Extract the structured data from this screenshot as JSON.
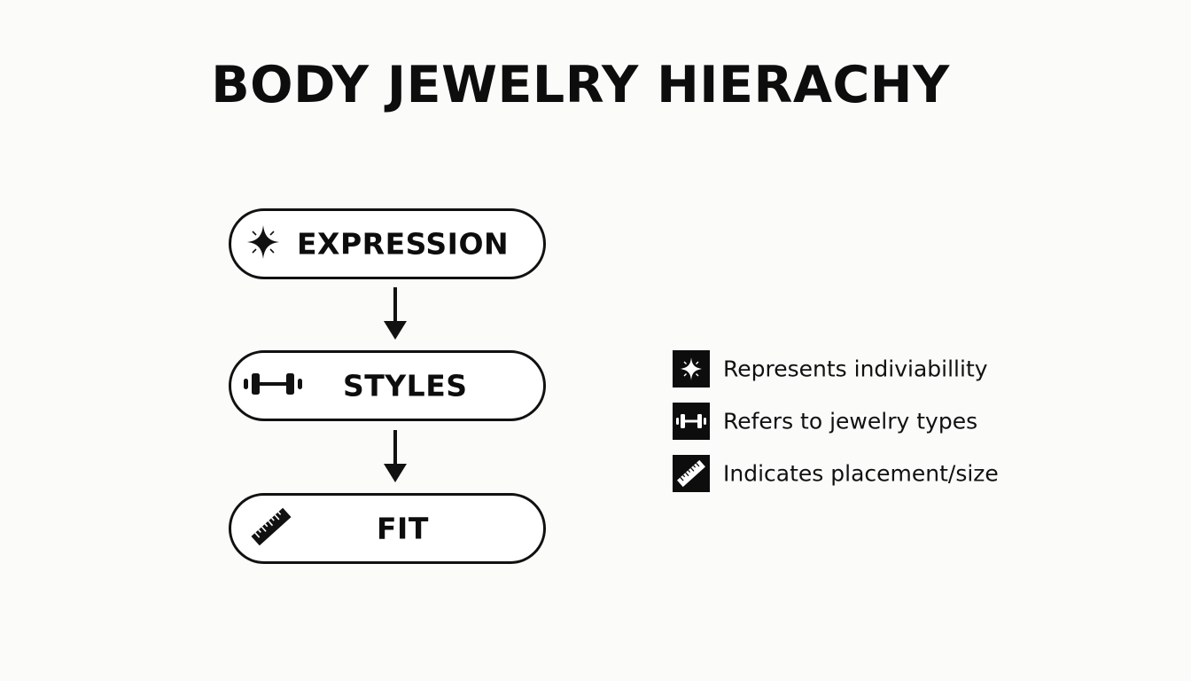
{
  "title": "BODY JEWELRY HIERACHY",
  "nodes": [
    {
      "label": "EXPRESSION",
      "icon": "sparkle-icon"
    },
    {
      "label": "STYLES",
      "icon": "barbell-icon"
    },
    {
      "label": "FIT",
      "icon": "ruler-icon"
    }
  ],
  "edges": [
    {
      "from": "EXPRESSION",
      "to": "STYLES"
    },
    {
      "from": "STYLES",
      "to": "FIT"
    }
  ],
  "legend": [
    {
      "icon": "sparkle-icon",
      "text": "Represents indiviabillity"
    },
    {
      "icon": "barbell-icon",
      "text": "Refers to jewelry types"
    },
    {
      "icon": "ruler-icon",
      "text": "Indicates placement/size"
    }
  ],
  "colors": {
    "background": "#fbfbfa",
    "ink": "#111111"
  }
}
